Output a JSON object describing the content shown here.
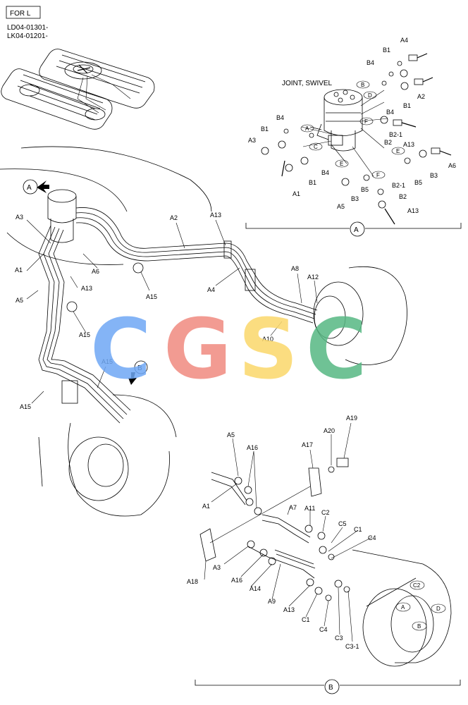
{
  "header": {
    "variant_label": "FOR L",
    "serial_lines": [
      "LD04-01301-",
      "LK04-01201-"
    ]
  },
  "detail_a": {
    "title": "JOINT, SWIVEL",
    "view_label": "A",
    "callouts": [
      "A4",
      "B4",
      "B1",
      "A2",
      "B1",
      "B4",
      "B2-1",
      "A13",
      "B2",
      "B4",
      "B1",
      "A3",
      "B4",
      "B1",
      "A1",
      "B5",
      "B3",
      "A5",
      "B2-1",
      "B2",
      "B5",
      "B3",
      "A6",
      "A13"
    ],
    "port_letters": [
      "B",
      "D",
      "C",
      "A",
      "E",
      "F",
      "E",
      "F"
    ]
  },
  "main_view": {
    "callouts": [
      "A",
      "A3",
      "A2",
      "A13",
      "A1",
      "A6",
      "A13",
      "A15",
      "A5",
      "A4",
      "A8",
      "A12",
      "A15",
      "A10",
      "A15",
      "A15",
      "B"
    ]
  },
  "detail_b": {
    "view_label": "B",
    "callouts": [
      "A5",
      "A16",
      "A17",
      "A20",
      "A19",
      "A1",
      "A7",
      "A11",
      "C2",
      "C5",
      "C1",
      "C4",
      "A3",
      "A16",
      "A14",
      "A18",
      "A9",
      "A13",
      "C1",
      "C4",
      "C3",
      "C3-1"
    ],
    "port_letters": [
      "C2",
      "A",
      "D",
      "B"
    ]
  },
  "watermark": {
    "letters": [
      "C",
      "G",
      "S",
      "C"
    ],
    "colors": [
      "#6fa8f5",
      "#f08a80",
      "#fbd86a",
      "#57b883"
    ]
  }
}
